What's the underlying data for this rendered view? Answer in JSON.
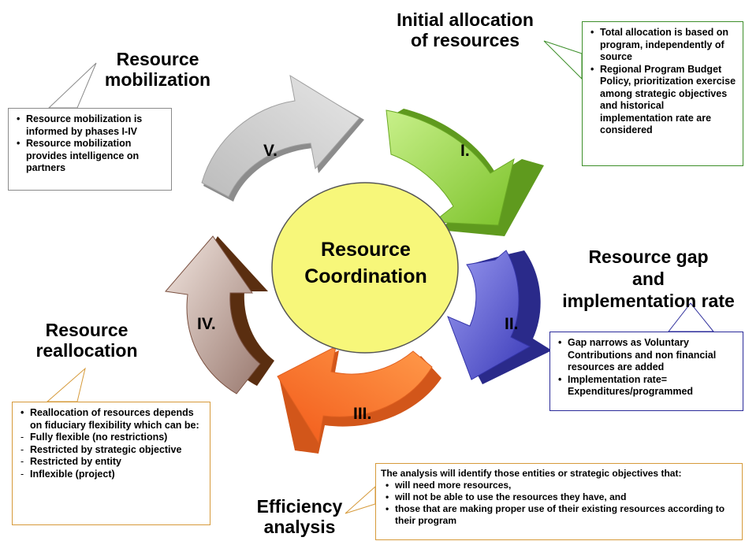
{
  "center": {
    "line1": "Resource",
    "line2": "Coordination"
  },
  "phases": [
    {
      "numeral": "I.",
      "title": [
        "Initial allocation",
        "of resources"
      ],
      "color": "#8ccf3c",
      "bullets": [
        "Total allocation is based on program, independently of source",
        "Regional Program Budget Policy, prioritization exercise among strategic objectives and historical implementation rate are considered"
      ]
    },
    {
      "numeral": "II.",
      "title": [
        "Resource gap",
        "and",
        "implementation rate"
      ],
      "color": "#5a5ad0",
      "bullets": [
        "Gap narrows as Voluntary Contributions and non financial resources are added",
        "Implementation rate= Expenditures/programmed"
      ]
    },
    {
      "numeral": "III.",
      "title": [
        "Efficiency",
        "analysis"
      ],
      "color": "#f26a2a",
      "intro": "The analysis will identify those entities or strategic objectives that:",
      "bullets": [
        "will need more resources,",
        "will not be able to use the resources they have, and",
        "those that are making proper use of their existing resources according to their program"
      ]
    },
    {
      "numeral": "IV.",
      "title": [
        "Resource",
        "reallocation"
      ],
      "color": "#8b5a40",
      "bullets": [
        "Reallocation of resources depends on fiduciary flexibility which can be:"
      ],
      "dashes": [
        "Fully flexible (no restrictions)",
        "Restricted by strategic objective",
        "Restricted by entity",
        "Inflexible (project)"
      ]
    },
    {
      "numeral": "V.",
      "title": [
        "Resource",
        "mobilization"
      ],
      "color": "#a8a8a8",
      "bullets": [
        "Resource mobilization is informed by phases I-IV",
        "Resource mobilization provides intelligence on partners"
      ]
    }
  ],
  "colors": {
    "green_box": "#3d8f2a",
    "blue_box": "#2b2b9a",
    "orange_box": "#d69a3a",
    "gray_box": "#8a8a8a",
    "center_fill": "#f7f77a"
  }
}
